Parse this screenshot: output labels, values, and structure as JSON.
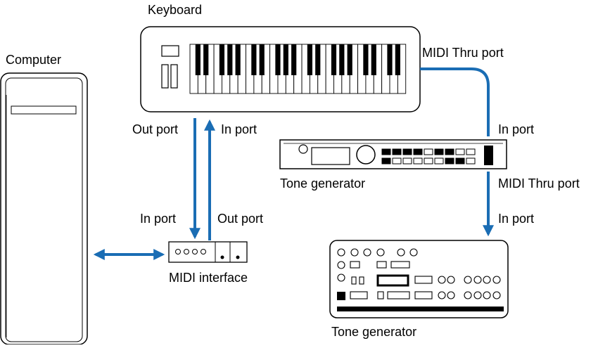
{
  "labels": {
    "keyboard": "Keyboard",
    "computer": "Computer",
    "midi_thru_port_top": "MIDI Thru port",
    "out_port_keyboard": "Out port",
    "in_port_keyboard": "In port",
    "in_port_tone_generator_1": "In port",
    "tone_generator_1": "Tone generator",
    "midi_thru_port_tone_generator": "MIDI Thru port",
    "in_port_interface": "In port",
    "out_port_interface": "Out port",
    "in_port_tone_generator_2": "In port",
    "midi_interface": "MIDI interface",
    "tone_generator_2": "Tone generator"
  },
  "colors": {
    "cable": "#1a6db4",
    "outline": "#000000",
    "background": "#ffffff"
  }
}
